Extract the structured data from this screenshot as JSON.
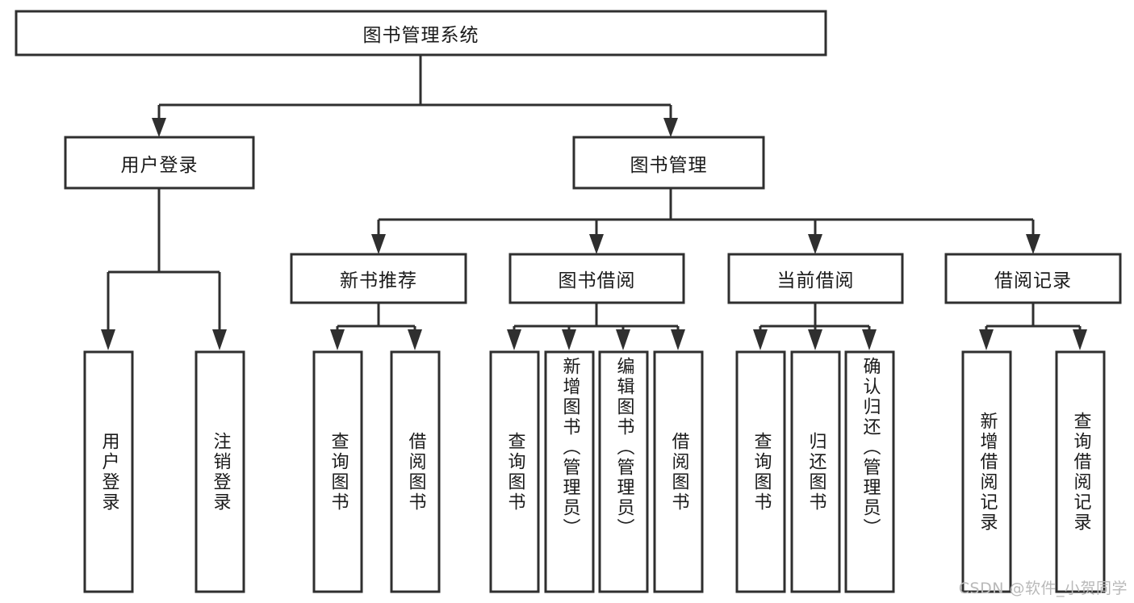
{
  "diagram": {
    "type": "tree-hierarchy",
    "title": "图书管理系统",
    "watermark": "CSDN @软件_小贺同学",
    "colors": {
      "stroke": "#2f2f2f",
      "fill": "#ffffff",
      "text": "#1a1a1a",
      "watermark": "#b9b9b9",
      "background": "#ffffff"
    },
    "root": {
      "label": "图书管理系统",
      "level": 0
    },
    "level1": [
      {
        "label": "用户登录",
        "level": 1
      },
      {
        "label": "图书管理",
        "level": 1
      }
    ],
    "level2": [
      {
        "label": "新书推荐",
        "level": 2,
        "parent": "图书管理"
      },
      {
        "label": "图书借阅",
        "level": 2,
        "parent": "图书管理"
      },
      {
        "label": "当前借阅",
        "level": 2,
        "parent": "图书管理"
      },
      {
        "label": "借阅记录",
        "level": 2,
        "parent": "图书管理"
      }
    ],
    "leaves": {
      "user_login": [
        {
          "label": "用户登录"
        },
        {
          "label": "注销登录"
        }
      ],
      "new_book_recommend": [
        {
          "label": "查询图书"
        },
        {
          "label": "借阅图书"
        }
      ],
      "book_borrow": [
        {
          "label": "查询图书"
        },
        {
          "label": "新增图书（管理员）"
        },
        {
          "label": "编辑图书（管理员）"
        },
        {
          "label": "借阅图书"
        }
      ],
      "current_borrow": [
        {
          "label": "查询图书"
        },
        {
          "label": "归还图书"
        },
        {
          "label": "确认归还（管理员）"
        }
      ],
      "borrow_record": [
        {
          "label": "新增借阅记录"
        },
        {
          "label": "查询借阅记录"
        }
      ]
    }
  }
}
